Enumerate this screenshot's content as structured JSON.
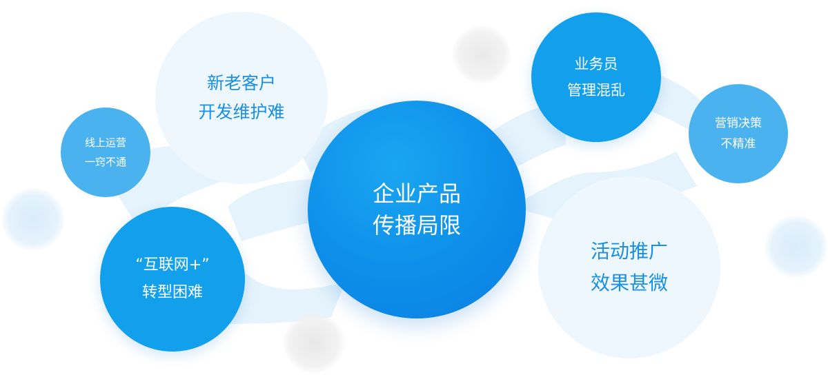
{
  "bubbles": {
    "center": {
      "line1": "企业产品",
      "line2": "传播局限"
    },
    "new_old_customers": {
      "line1": "新老客户",
      "line2": "开发维护难"
    },
    "online_ops": {
      "line1": "线上运营",
      "line2": "一窍不通"
    },
    "internet_plus": {
      "line1": "“互联网+”",
      "line2": "转型困难"
    },
    "salesperson": {
      "line1": "业务员",
      "line2": "管理混乱"
    },
    "marketing_decision": {
      "line1": "营销决策",
      "line2": "不精准"
    },
    "promotion": {
      "line1": "活动推广",
      "line2": "效果甚微"
    }
  },
  "colors": {
    "pale_fill": "#eef7fd",
    "pale_text": "#1a8fe3",
    "mid_fill": "#4ab2ef",
    "strong_fill": "#12a0ec",
    "center_fill": "#0d8ee9",
    "connector": "#e4f3fc"
  }
}
